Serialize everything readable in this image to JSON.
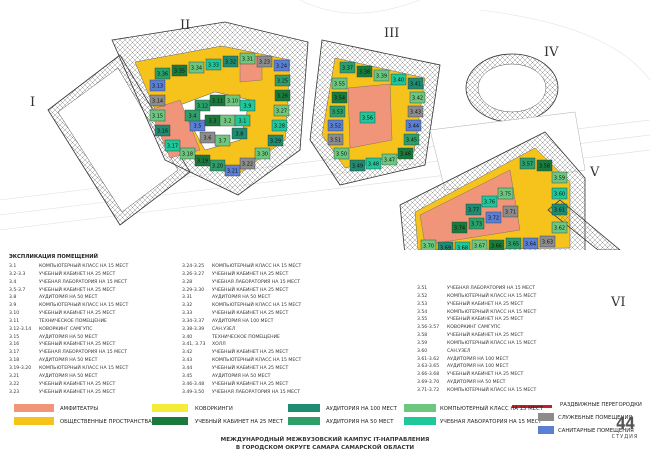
{
  "buildings": [
    "I",
    "II",
    "III",
    "IV",
    "V",
    "VI"
  ],
  "colors": {
    "amphitheater": "#f0957a",
    "public": "#f6c21c",
    "coworking": "#f5ec3a",
    "study25": "#1a7a3c",
    "aud100": "#1f8b71",
    "aud50": "#2d9f6a",
    "comp15": "#6dc77f",
    "lab15": "#1fc79a",
    "service": "#8c8c8c",
    "sanitary": "#5b7fd4",
    "partition": "#c81e2a"
  },
  "room_labels": {
    "b2": [
      "3.36",
      "3.35",
      "3.34",
      "3.33",
      "3.32",
      "3.31",
      "3.23",
      "3.24",
      "3.25",
      "3.26",
      "3.27",
      "3.28",
      "3.29",
      "3.30",
      "3.22",
      "3.21",
      "3.20",
      "3.19",
      "3.18",
      "3.17",
      "3.16",
      "3.15",
      "3.14",
      "3.13",
      "3.12",
      "3.11",
      "3.10",
      "3.9",
      "3.8",
      "3.7",
      "3.6",
      "3.5",
      "3.4",
      "3.3",
      "3.2",
      "3.1"
    ],
    "b3": [
      "3.37",
      "3.38",
      "3.39",
      "3.40",
      "3.41",
      "3.42",
      "3.43",
      "3.44",
      "3.45",
      "3.46",
      "3.47",
      "3.48",
      "3.49",
      "3.50",
      "3.51",
      "3.52",
      "3.53",
      "3.54",
      "3.55",
      "3.56"
    ],
    "b5": [
      "3.57",
      "3.58",
      "3.59",
      "3.60",
      "3.61",
      "3.62",
      "3.63",
      "3.64",
      "3.65",
      "3.66",
      "3.67",
      "3.68",
      "3.69",
      "3.70",
      "3.71",
      "3.72",
      "3.73",
      "3.74",
      "3.75",
      "3.76",
      "3.77"
    ]
  },
  "legend": {
    "title": "ЭКСПЛИКАЦИЯ ПОМЕЩЕНИЙ",
    "col1": [
      {
        "code": "3.1",
        "name": "КОМПЬЮТЕРНЫЙ КЛАСС НА 15 МЕСТ"
      },
      {
        "code": "3.2-3.3",
        "name": "УЧЕБНЫЙ КАБИНЕТ НА 25 МЕСТ"
      },
      {
        "code": "3.4",
        "name": "УЧЕБНАЯ ЛАБОРАТОРИЯ НА 15 МЕСТ"
      },
      {
        "code": "3.5-3.7",
        "name": "УЧЕБНЫЙ КАБИНЕТ НА 25 МЕСТ"
      },
      {
        "code": "3.8",
        "name": "АУДИТОРИЯ НА 50 МЕСТ"
      },
      {
        "code": "3.9",
        "name": "КОМПЬЮТЕРНЫЙ КЛАСС НА 15 МЕСТ"
      },
      {
        "code": "3.10",
        "name": "УЧЕБНЫЙ КАБИНЕТ НА 25 МЕСТ"
      },
      {
        "code": "3.11",
        "name": "ТЕХНИЧЕСКОЕ ПОМЕЩЕНИЕ"
      },
      {
        "code": "3.12-3.14",
        "name": "КОВОРКИНГ САМГУПС"
      },
      {
        "code": "3.15",
        "name": "АУДИТОРИЯ НА 50 МЕСТ"
      },
      {
        "code": "3.16",
        "name": "УЧЕБНЫЙ КАБИНЕТ НА 25 МЕСТ"
      },
      {
        "code": "3.17",
        "name": "УЧЕБНАЯ ЛАБОРАТОРИЯ НА 15 МЕСТ"
      },
      {
        "code": "3.18",
        "name": "АУДИТОРИЯ НА 50 МЕСТ"
      },
      {
        "code": "3.19-3.20",
        "name": "КОМПЬЮТЕРНЫЙ КЛАСС НА 15 МЕСТ"
      },
      {
        "code": "3.21",
        "name": "АУДИТОРИЯ НА 50 МЕСТ"
      },
      {
        "code": "3.22",
        "name": "УЧЕБНЫЙ КАБИНЕТ НА 25 МЕСТ"
      },
      {
        "code": "3.23",
        "name": "УЧЕБНЫЙ КАБИНЕТ НА 25 МЕСТ"
      }
    ],
    "col2": [
      {
        "code": "3.24-3.25",
        "name": "КОМПЬЮТЕРНЫЙ КЛАСС НА 15 МЕСТ"
      },
      {
        "code": "3.26-3.27",
        "name": "УЧЕБНЫЙ КАБИНЕТ НА 25 МЕСТ"
      },
      {
        "code": "3.28",
        "name": "УЧЕБНАЯ ЛАБОРАТОРИЯ НА 15 МЕСТ"
      },
      {
        "code": "3.29-3.30",
        "name": "УЧЕБНЫЙ КАБИНЕТ НА 25 МЕСТ"
      },
      {
        "code": "3.31",
        "name": "АУДИТОРИЯ НА 50 МЕСТ"
      },
      {
        "code": "3.32",
        "name": "КОМПЬЮТЕРНЫЙ КЛАСС НА 15 МЕСТ"
      },
      {
        "code": "3.33",
        "name": "УЧЕБНЫЙ КАБИНЕТ НА 25 МЕСТ"
      },
      {
        "code": "3.34-3.37",
        "name": "АУДИТОРИЯ НА 100 МЕСТ"
      },
      {
        "code": "3.38-3.39",
        "name": "САН.УЗЕЛ"
      },
      {
        "code": "3.40",
        "name": "ТЕХНИЧЕСКОЕ ПОМЕЩЕНИЕ"
      },
      {
        "code": "3.41, 3.73",
        "name": "ХОЛЛ"
      },
      {
        "code": "3.42",
        "name": "УЧЕБНЫЙ КАБИНЕТ НА 25 МЕСТ"
      },
      {
        "code": "3.43",
        "name": "КОМПЬЮТЕРНЫЙ КЛАСС НА 15 МЕСТ"
      },
      {
        "code": "3.44",
        "name": "УЧЕБНЫЙ КАБИНЕТ НА 25 МЕСТ"
      },
      {
        "code": "3.45",
        "name": "АУДИТОРИЯ НА 50 МЕСТ"
      },
      {
        "code": "3.46-3.48",
        "name": "УЧЕБНЫЙ КАБИНЕТ НА 25 МЕСТ"
      },
      {
        "code": "3.49-3.50",
        "name": "УЧЕБНАЯ ЛАБОРАТОРИЯ НА 15 МЕСТ"
      }
    ],
    "col3": [
      {
        "code": "3.51",
        "name": "УЧЕБНАЯ ЛАБОРАТОРИЯ НА 15 МЕСТ"
      },
      {
        "code": "3.52",
        "name": "КОМПЬЮТЕРНЫЙ КЛАСС НА 15 МЕСТ"
      },
      {
        "code": "3.53",
        "name": "УЧЕБНЫЙ КАБИНЕТ НА 25 МЕСТ"
      },
      {
        "code": "3.54",
        "name": "КОМПЬЮТЕРНЫЙ КЛАСС НА 15 МЕСТ"
      },
      {
        "code": "3.55",
        "name": "УЧЕБНЫЙ КАБИНЕТ НА 25 МЕСТ"
      },
      {
        "code": "3.56-3.57",
        "name": "КОВОРКИНГ САМГУПС"
      },
      {
        "code": "3.58",
        "name": "УЧЕБНЫЙ КАБИНЕТ НА 25 МЕСТ"
      },
      {
        "code": "3.59",
        "name": "КОМПЬЮТЕРНЫЙ КЛАСС НА 15 МЕСТ"
      },
      {
        "code": "3.60",
        "name": "САН.УЗЕЛ"
      },
      {
        "code": "3.61-3.62",
        "name": "АУДИТОРИЯ НА 100 МЕСТ"
      },
      {
        "code": "3.63-3.65",
        "name": "АУДИТОРИЯ НА 100 МЕСТ"
      },
      {
        "code": "3.66-3.68",
        "name": "УЧЕБНЫЙ КАБИНЕТ НА 25 МЕСТ"
      },
      {
        "code": "3.69-3.70",
        "name": "АУДИТОРИЯ НА 50 МЕСТ"
      },
      {
        "code": "3.71-3.72",
        "name": "КОМПЬЮТЕРНЫЙ КЛАСС НА 15 МЕСТ"
      }
    ]
  },
  "color_legend": {
    "partition": "РАЗДВИЖНЫЕ ПЕРЕГОРОДКИ",
    "amphitheater": "АМФИТЕАТРЫ",
    "public": "ОБЩЕСТВЕННЫЕ ПРОСТРАНСТВА",
    "coworking": "КОВОРКИНГИ",
    "study25": "УЧЕБНЫЙ КАБИНЕТ НА 25 МЕСТ",
    "aud100": "АУДИТОРИЯ НА 100 МЕСТ",
    "aud50": "АУДИТОРИЯ НА 50 МЕСТ",
    "comp15": "КОМПЬЮТЕРНЫЙ КЛАСС НА 15 МЕСТ",
    "lab15": "УЧЕБНАЯ ЛАБОРАТОРИЯ НА 15 МЕСТ",
    "service": "СЛУЖЕБНЫЕ ПОМЕЩЕНИЯ",
    "sanitary": "САНИТАРНЫЕ ПОМЕЩЕНИЯ"
  },
  "footer": {
    "line1": "МЕЖДУНАРОДНЫЙ МЕЖВУЗОВСКИЙ КАМПУС IT-НАПРАВЛЕНИЯ",
    "line2": "В ГОРОДСКОМ ОКРУГЕ САМАРА САМАРСКОЙ ОБЛАСТИ"
  },
  "logo": {
    "number": "44",
    "studio": "СТУДИЯ"
  }
}
